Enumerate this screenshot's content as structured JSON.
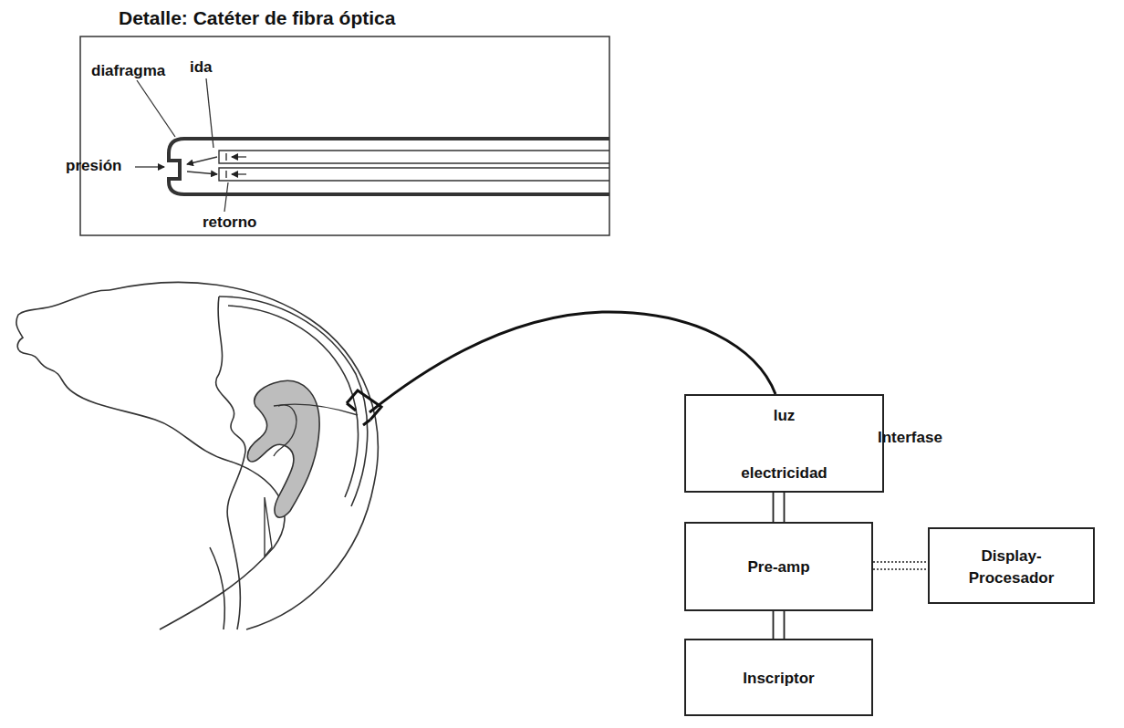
{
  "diagram": {
    "title": "Detalle: Catéter de fibra óptica",
    "nodes": [
      {
        "text": [
          "luz",
          "electricidad",
          "Interfase"
        ]
      },
      {
        "text": [
          "Pre-amp"
        ]
      },
      {
        "text": [
          "Inscriptor"
        ]
      },
      {
        "text": [
          "Display- Procesador"
        ]
      }
    ],
    "edges": [
      {
        "from": 0,
        "to": 1,
        "arrow": "none"
      },
      {
        "from": 1,
        "to": 2,
        "arrow": "none"
      },
      {
        "from": 1,
        "to": 3,
        "arrow": "none"
      }
    ],
    "labels": [
      "diafragma",
      "ida",
      "presión",
      "retorno"
    ]
  }
}
